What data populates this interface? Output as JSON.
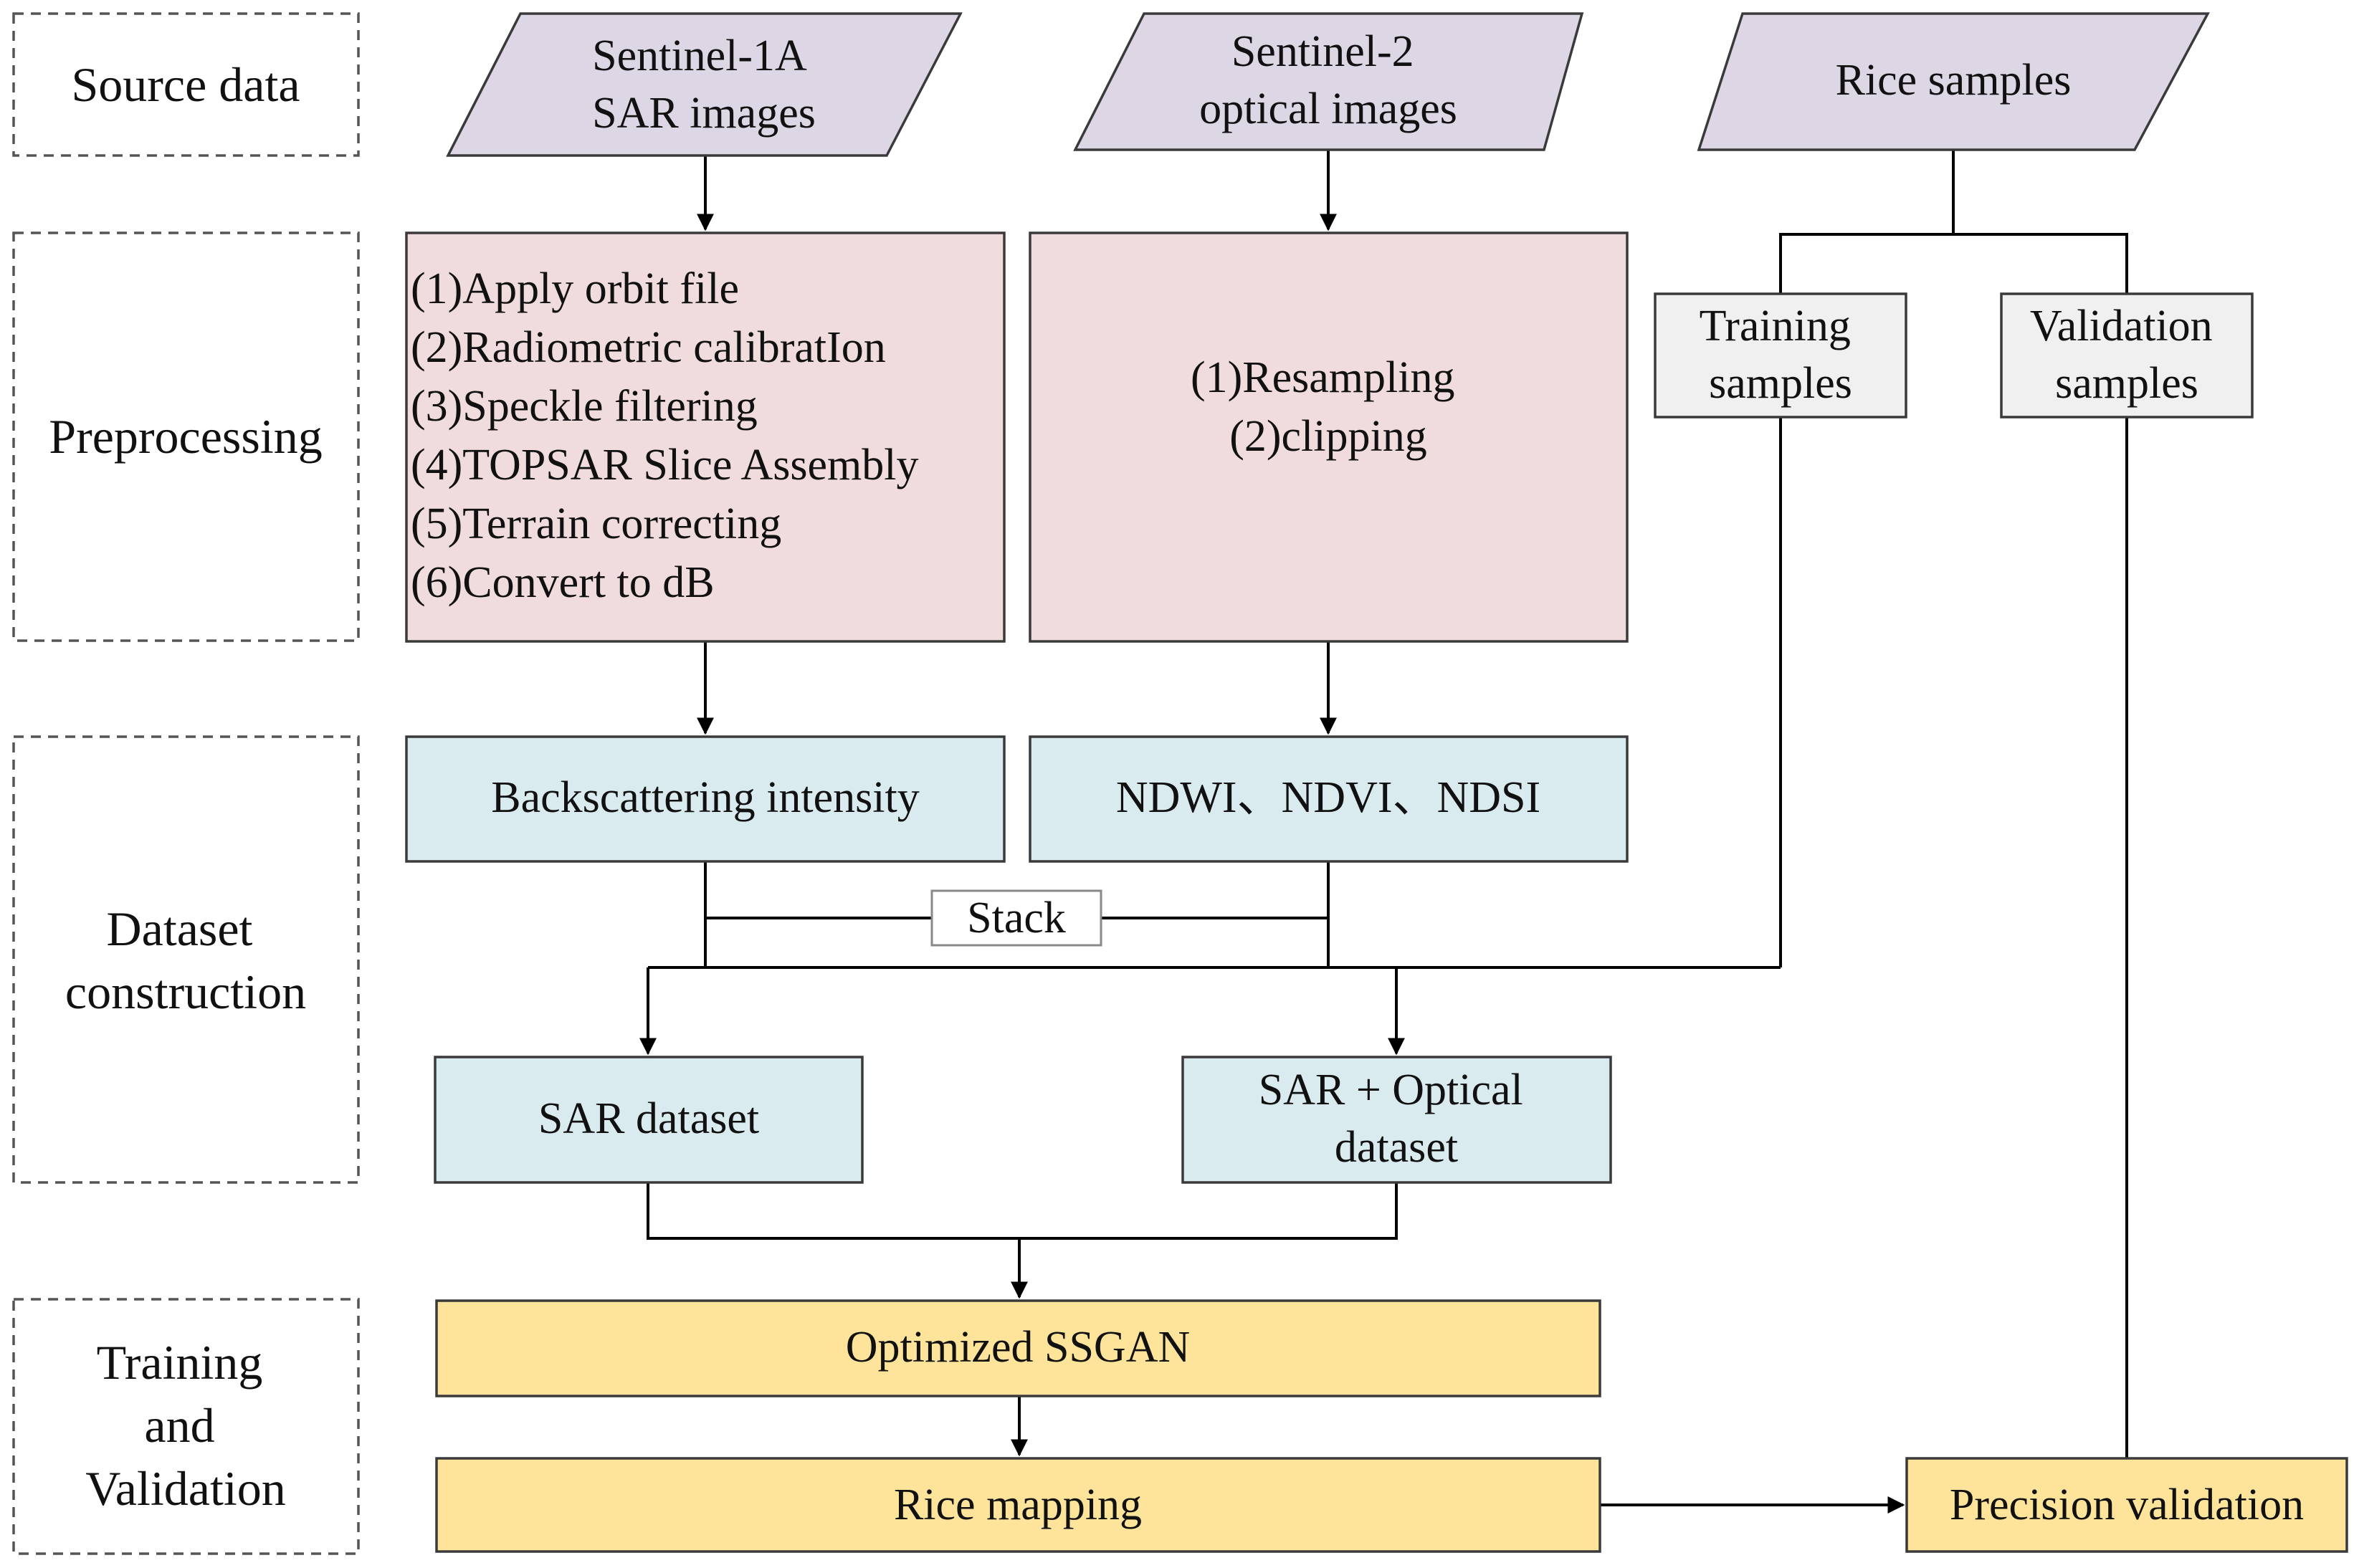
{
  "stages": [
    {
      "id": "source",
      "lines": [
        "Source data"
      ]
    },
    {
      "id": "preproc",
      "lines": [
        "Preprocessing"
      ]
    },
    {
      "id": "dataset",
      "lines": [
        "Dataset",
        "construction"
      ]
    },
    {
      "id": "training",
      "lines": [
        "Training",
        "and",
        "Validation"
      ]
    }
  ],
  "nodes": {
    "sentinel1": {
      "lines": [
        "Sentinel-1A",
        "SAR images"
      ]
    },
    "sentinel2": {
      "lines": [
        "Sentinel-2",
        "optical images"
      ]
    },
    "rice_samples": {
      "lines": [
        "Rice samples"
      ]
    },
    "sar_preprocessing": {
      "lines": [
        "(1)Apply orbit file",
        "(2)Radiometric calibratIon",
        "(3)Speckle filtering",
        "(4)TOPSAR Slice Assembly",
        "(5)Terrain correcting",
        "(6)Convert to dB"
      ]
    },
    "optical_preprocessing": {
      "lines": [
        "(1)Resampling",
        "(2)clipping"
      ]
    },
    "training_samples": {
      "lines": [
        "Training",
        "samples"
      ]
    },
    "validation_samples": {
      "lines": [
        "Validation",
        "samples"
      ]
    },
    "backscatter": {
      "lines": [
        "Backscattering intensity"
      ]
    },
    "indices": {
      "lines": [
        "NDWI、NDVI、NDSI"
      ]
    },
    "stack": {
      "lines": [
        "Stack"
      ]
    },
    "sar_dataset": {
      "lines": [
        "SAR dataset"
      ]
    },
    "sar_optical_dataset": {
      "lines": [
        "SAR + Optical",
        "dataset"
      ]
    },
    "ssgan": {
      "lines": [
        "Optimized SSGAN"
      ]
    },
    "rice_mapping": {
      "lines": [
        "Rice mapping"
      ]
    },
    "precision_validation": {
      "lines": [
        "Precision validation"
      ]
    }
  },
  "colors": {
    "source_fill": "#DCD6E5",
    "preproc_fill": "#F0DCDC",
    "dataset_fill": "#DAEBF0",
    "sample_fill": "#F0F0F0",
    "training_fill": "#FDE49A",
    "line": "#000000",
    "text": "#111111"
  }
}
